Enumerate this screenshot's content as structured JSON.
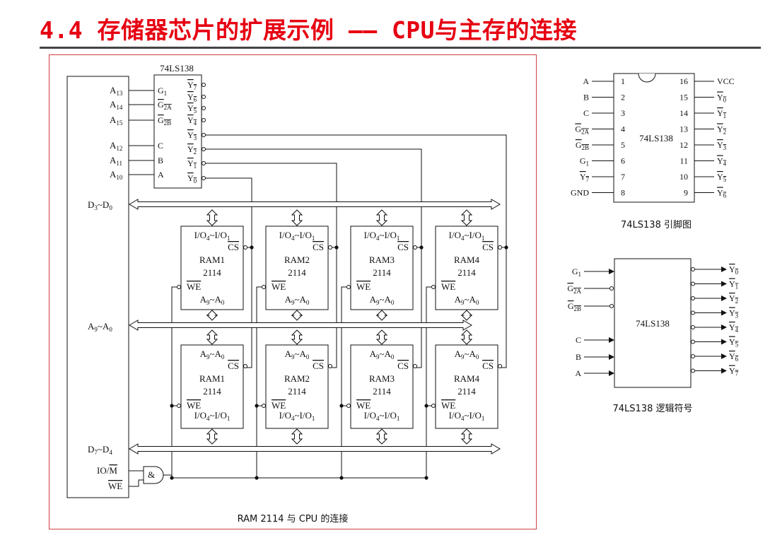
{
  "slide": {
    "title": "4.4 存储器芯片的扩展示例 —— CPU与主存的连接",
    "accent_color": "#e60012"
  },
  "main_diagram": {
    "caption": "RAM 2114 与 CPU 的连接",
    "decoder": {
      "name": "74LS138",
      "enable_pins": [
        "G1",
        "G2A",
        "G2B"
      ],
      "select_pins": [
        "C",
        "B",
        "A"
      ],
      "outputs": [
        "Y7",
        "Y6",
        "Y5",
        "Y4",
        "Y3",
        "Y2",
        "Y1",
        "Y0"
      ]
    },
    "address_inputs": [
      "A13",
      "A14",
      "A15",
      "A12",
      "A11",
      "A10"
    ],
    "buses": {
      "data_high": "D3~D0",
      "address": "A9~A0",
      "data_low": "D7~D4"
    },
    "control": {
      "io_m": "IO/M",
      "we": "WE",
      "gate": "&"
    },
    "ram_top": [
      {
        "name": "RAM1",
        "part": "2114",
        "io": "I/O4~I/O1",
        "cs": "CS",
        "we": "WE",
        "addr": "A9~A0"
      },
      {
        "name": "RAM2",
        "part": "2114",
        "io": "I/O4~I/O1",
        "cs": "CS",
        "we": "WE",
        "addr": "A9~A0"
      },
      {
        "name": "RAM3",
        "part": "2114",
        "io": "I/O4~I/O1",
        "cs": "CS",
        "we": "WE",
        "addr": "A9~A0"
      },
      {
        "name": "RAM4",
        "part": "2114",
        "io": "I/O4~I/O1",
        "cs": "CS",
        "we": "WE",
        "addr": "A9~A0"
      }
    ],
    "ram_bottom": [
      {
        "name": "RAM1",
        "part": "2114",
        "io": "I/O4~I/O1",
        "cs": "CS",
        "we": "WE",
        "addr": "A9~A0"
      },
      {
        "name": "RAM2",
        "part": "2114",
        "io": "I/O4~I/O1",
        "cs": "CS",
        "we": "WE",
        "addr": "A9~A0"
      },
      {
        "name": "RAM3",
        "part": "2114",
        "io": "I/O4~I/O1",
        "cs": "CS",
        "we": "WE",
        "addr": "A9~A0"
      },
      {
        "name": "RAM4",
        "part": "2114",
        "io": "I/O4~I/O1",
        "cs": "CS",
        "we": "WE",
        "addr": "A9~A0"
      }
    ]
  },
  "pinout": {
    "chip_label": "74LS138",
    "caption": "74LS138 引脚图",
    "left_pins": [
      {
        "num": "1",
        "name": "A"
      },
      {
        "num": "2",
        "name": "B"
      },
      {
        "num": "3",
        "name": "C"
      },
      {
        "num": "4",
        "name": "G2A"
      },
      {
        "num": "5",
        "name": "G2B"
      },
      {
        "num": "6",
        "name": "G1"
      },
      {
        "num": "7",
        "name": "Y7"
      },
      {
        "num": "8",
        "name": "GND"
      }
    ],
    "right_pins": [
      {
        "num": "16",
        "name": "VCC"
      },
      {
        "num": "15",
        "name": "Y0"
      },
      {
        "num": "14",
        "name": "Y1"
      },
      {
        "num": "13",
        "name": "Y2"
      },
      {
        "num": "12",
        "name": "Y3"
      },
      {
        "num": "11",
        "name": "Y4"
      },
      {
        "num": "10",
        "name": "Y5"
      },
      {
        "num": "9",
        "name": "Y6"
      }
    ]
  },
  "logic_symbol": {
    "chip_label": "74LS138",
    "caption": "74LS138 逻辑符号",
    "inputs": [
      "G1",
      "G2A",
      "G2B",
      "C",
      "B",
      "A"
    ],
    "outputs": [
      "Y0",
      "Y1",
      "Y2",
      "Y3",
      "Y4",
      "Y5",
      "Y6",
      "Y7"
    ]
  }
}
